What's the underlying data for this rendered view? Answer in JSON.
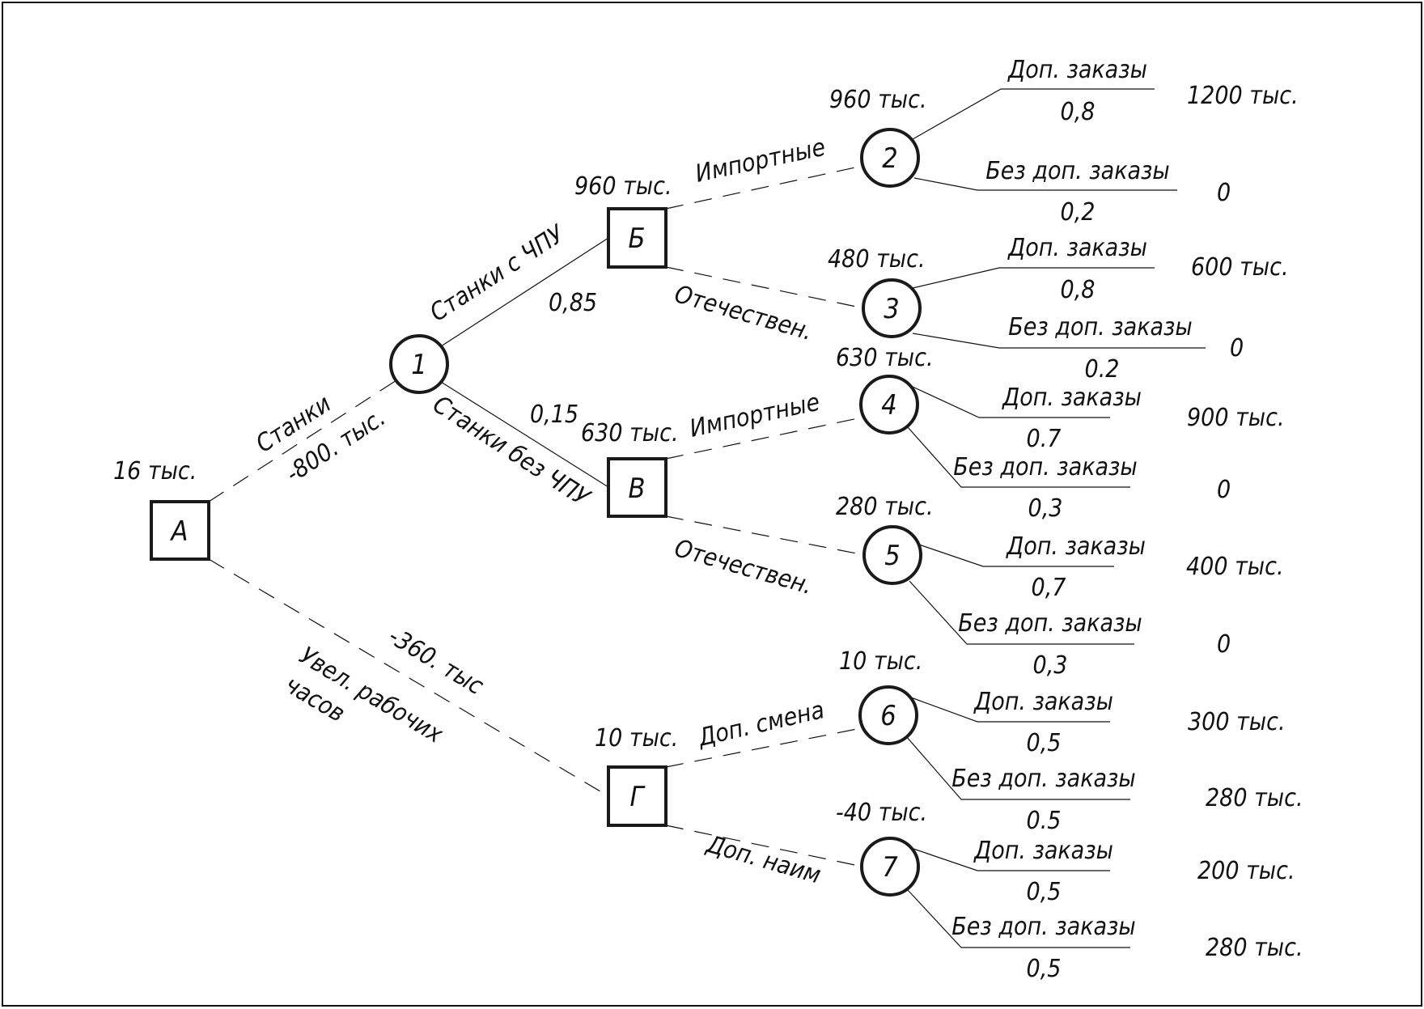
{
  "diagram": {
    "type": "decision-tree",
    "root": {
      "id": "А",
      "kind": "decision",
      "value": "16 тыс."
    },
    "root_branches": [
      {
        "label": "Станки",
        "cost": "-800. тыс.",
        "to": "1"
      },
      {
        "label_lines": [
          "Увел. рабочих",
          "часов"
        ],
        "cost": "-360. тыс",
        "to": "Г"
      }
    ],
    "chance_node_1": {
      "id": "1",
      "kind": "chance",
      "branches": [
        {
          "label": "Станки с ЧПУ",
          "probability": "0,85",
          "to": "Б"
        },
        {
          "label": "Станки без ЧПУ",
          "probability": "0,15",
          "to": "В"
        }
      ]
    },
    "decision_nodes": [
      {
        "id": "Б",
        "value": "960 тыс.",
        "branches": [
          {
            "label": "Импортные",
            "to": "2"
          },
          {
            "label": "Отечествен.",
            "to": "3"
          }
        ]
      },
      {
        "id": "В",
        "value": "630 тыс.",
        "branches": [
          {
            "label": "Импортные",
            "to": "4"
          },
          {
            "label": "Отечествен.",
            "to": "5"
          }
        ]
      },
      {
        "id": "Г",
        "value": "10 тыс.",
        "branches": [
          {
            "label": "Доп. смена",
            "to": "6"
          },
          {
            "label": "Доп. наим",
            "to": "7"
          }
        ]
      }
    ],
    "chance_nodes": [
      {
        "id": "2",
        "value": "960 тыс.",
        "outcomes": [
          {
            "label": "Доп. заказы",
            "probability": "0,8",
            "payoff": "1200 тыс."
          },
          {
            "label": "Без доп. заказы",
            "probability": "0,2",
            "payoff": "0"
          }
        ]
      },
      {
        "id": "3",
        "value": "480 тыс.",
        "outcomes": [
          {
            "label": "Доп. заказы",
            "probability": "0,8",
            "payoff": "600 тыс."
          },
          {
            "label": "Без доп. заказы",
            "probability": "0.2",
            "payoff": "0"
          }
        ]
      },
      {
        "id": "4",
        "value": "630 тыс.",
        "outcomes": [
          {
            "label": "Доп. заказы",
            "probability": "0.7",
            "payoff": "900 тыс."
          },
          {
            "label": "Без доп. заказы",
            "probability": "0,3",
            "payoff": "0"
          }
        ]
      },
      {
        "id": "5",
        "value": "280 тыс.",
        "outcomes": [
          {
            "label": "Доп. заказы",
            "probability": "0,7",
            "payoff": "400 тыс."
          },
          {
            "label": "Без доп. заказы",
            "probability": "0,3",
            "payoff": "0"
          }
        ]
      },
      {
        "id": "6",
        "value": "10 тыс.",
        "outcomes": [
          {
            "label": "Доп. заказы",
            "probability": "0,5",
            "payoff": "300 тыс."
          },
          {
            "label": "Без доп. заказы",
            "probability": "0.5",
            "payoff": "280 тыс."
          }
        ]
      },
      {
        "id": "7",
        "value": "-40 тыс.",
        "outcomes": [
          {
            "label": "Доп. заказы",
            "probability": "0,5",
            "payoff": "200 тыс."
          },
          {
            "label": "Без доп. заказы",
            "probability": "0,5",
            "payoff": "280 тыс."
          }
        ]
      }
    ]
  }
}
